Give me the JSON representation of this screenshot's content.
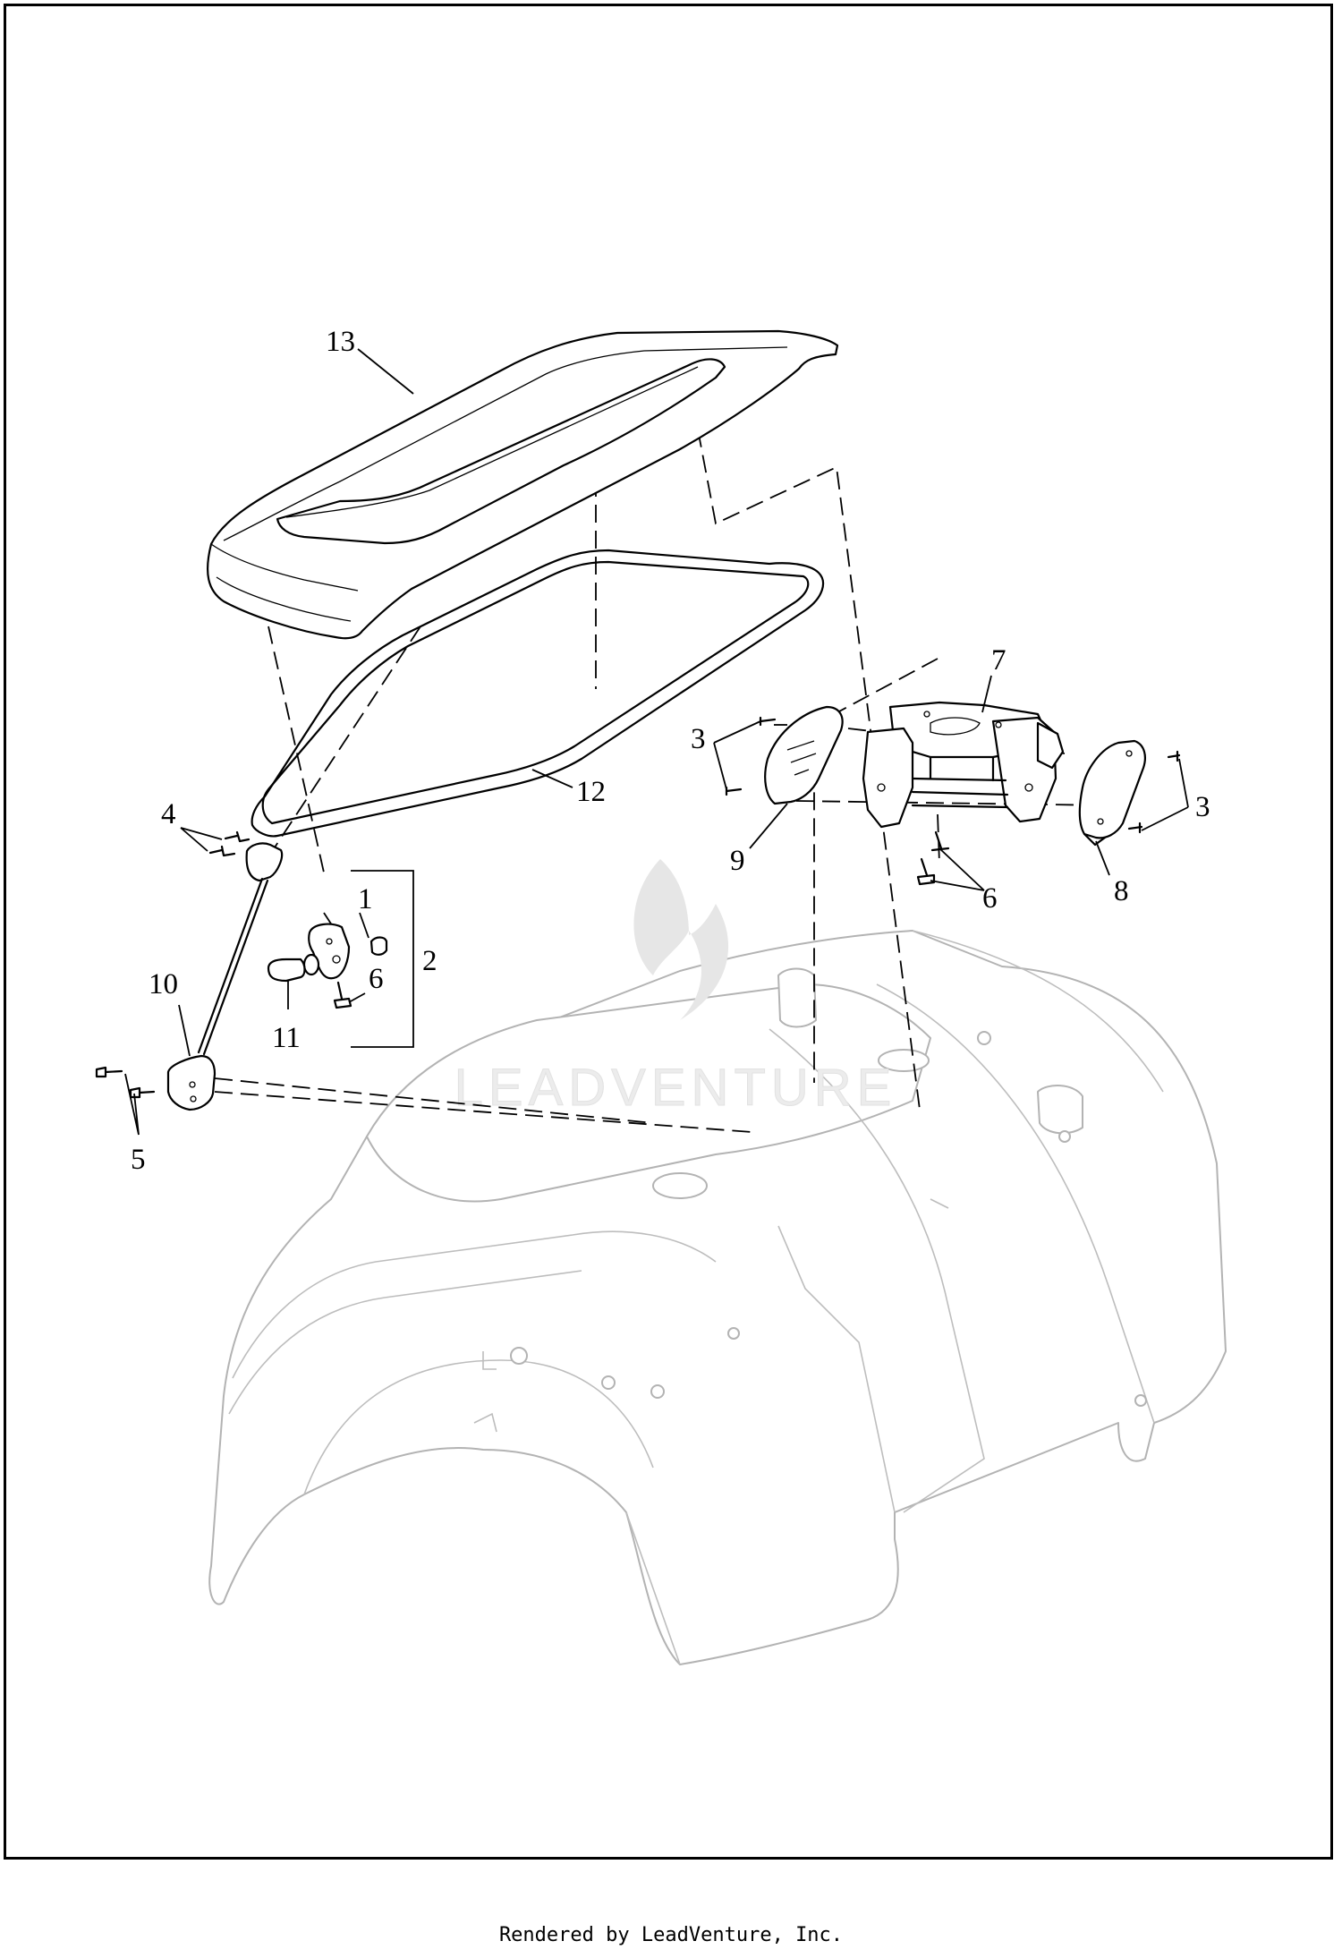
{
  "callouts": {
    "c1": "1",
    "c2": "2",
    "c3a": "3",
    "c3b": "3",
    "c4": "4",
    "c5": "5",
    "c6a": "6",
    "c6b": "6",
    "c7": "7",
    "c8": "8",
    "c9": "9",
    "c10": "10",
    "c11": "11",
    "c12": "12",
    "c13": "13"
  },
  "watermark": {
    "text": "LEADVENTURE"
  },
  "footer": {
    "text": "Rendered by LeadVenture, Inc."
  }
}
